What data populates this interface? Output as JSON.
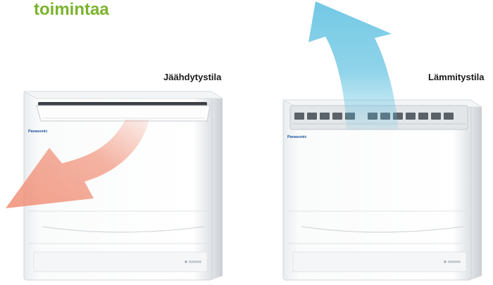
{
  "heading": "toimintaa",
  "units": {
    "cooling": {
      "label": "Jäähdytystila",
      "brand": "Panasonic",
      "arrow_color": "#f08e75"
    },
    "heating": {
      "label": "Lämmitystila",
      "brand": "Panasonic",
      "arrow_color": "#5bbfe0"
    }
  },
  "colors": {
    "heading": "#7ab32e"
  }
}
